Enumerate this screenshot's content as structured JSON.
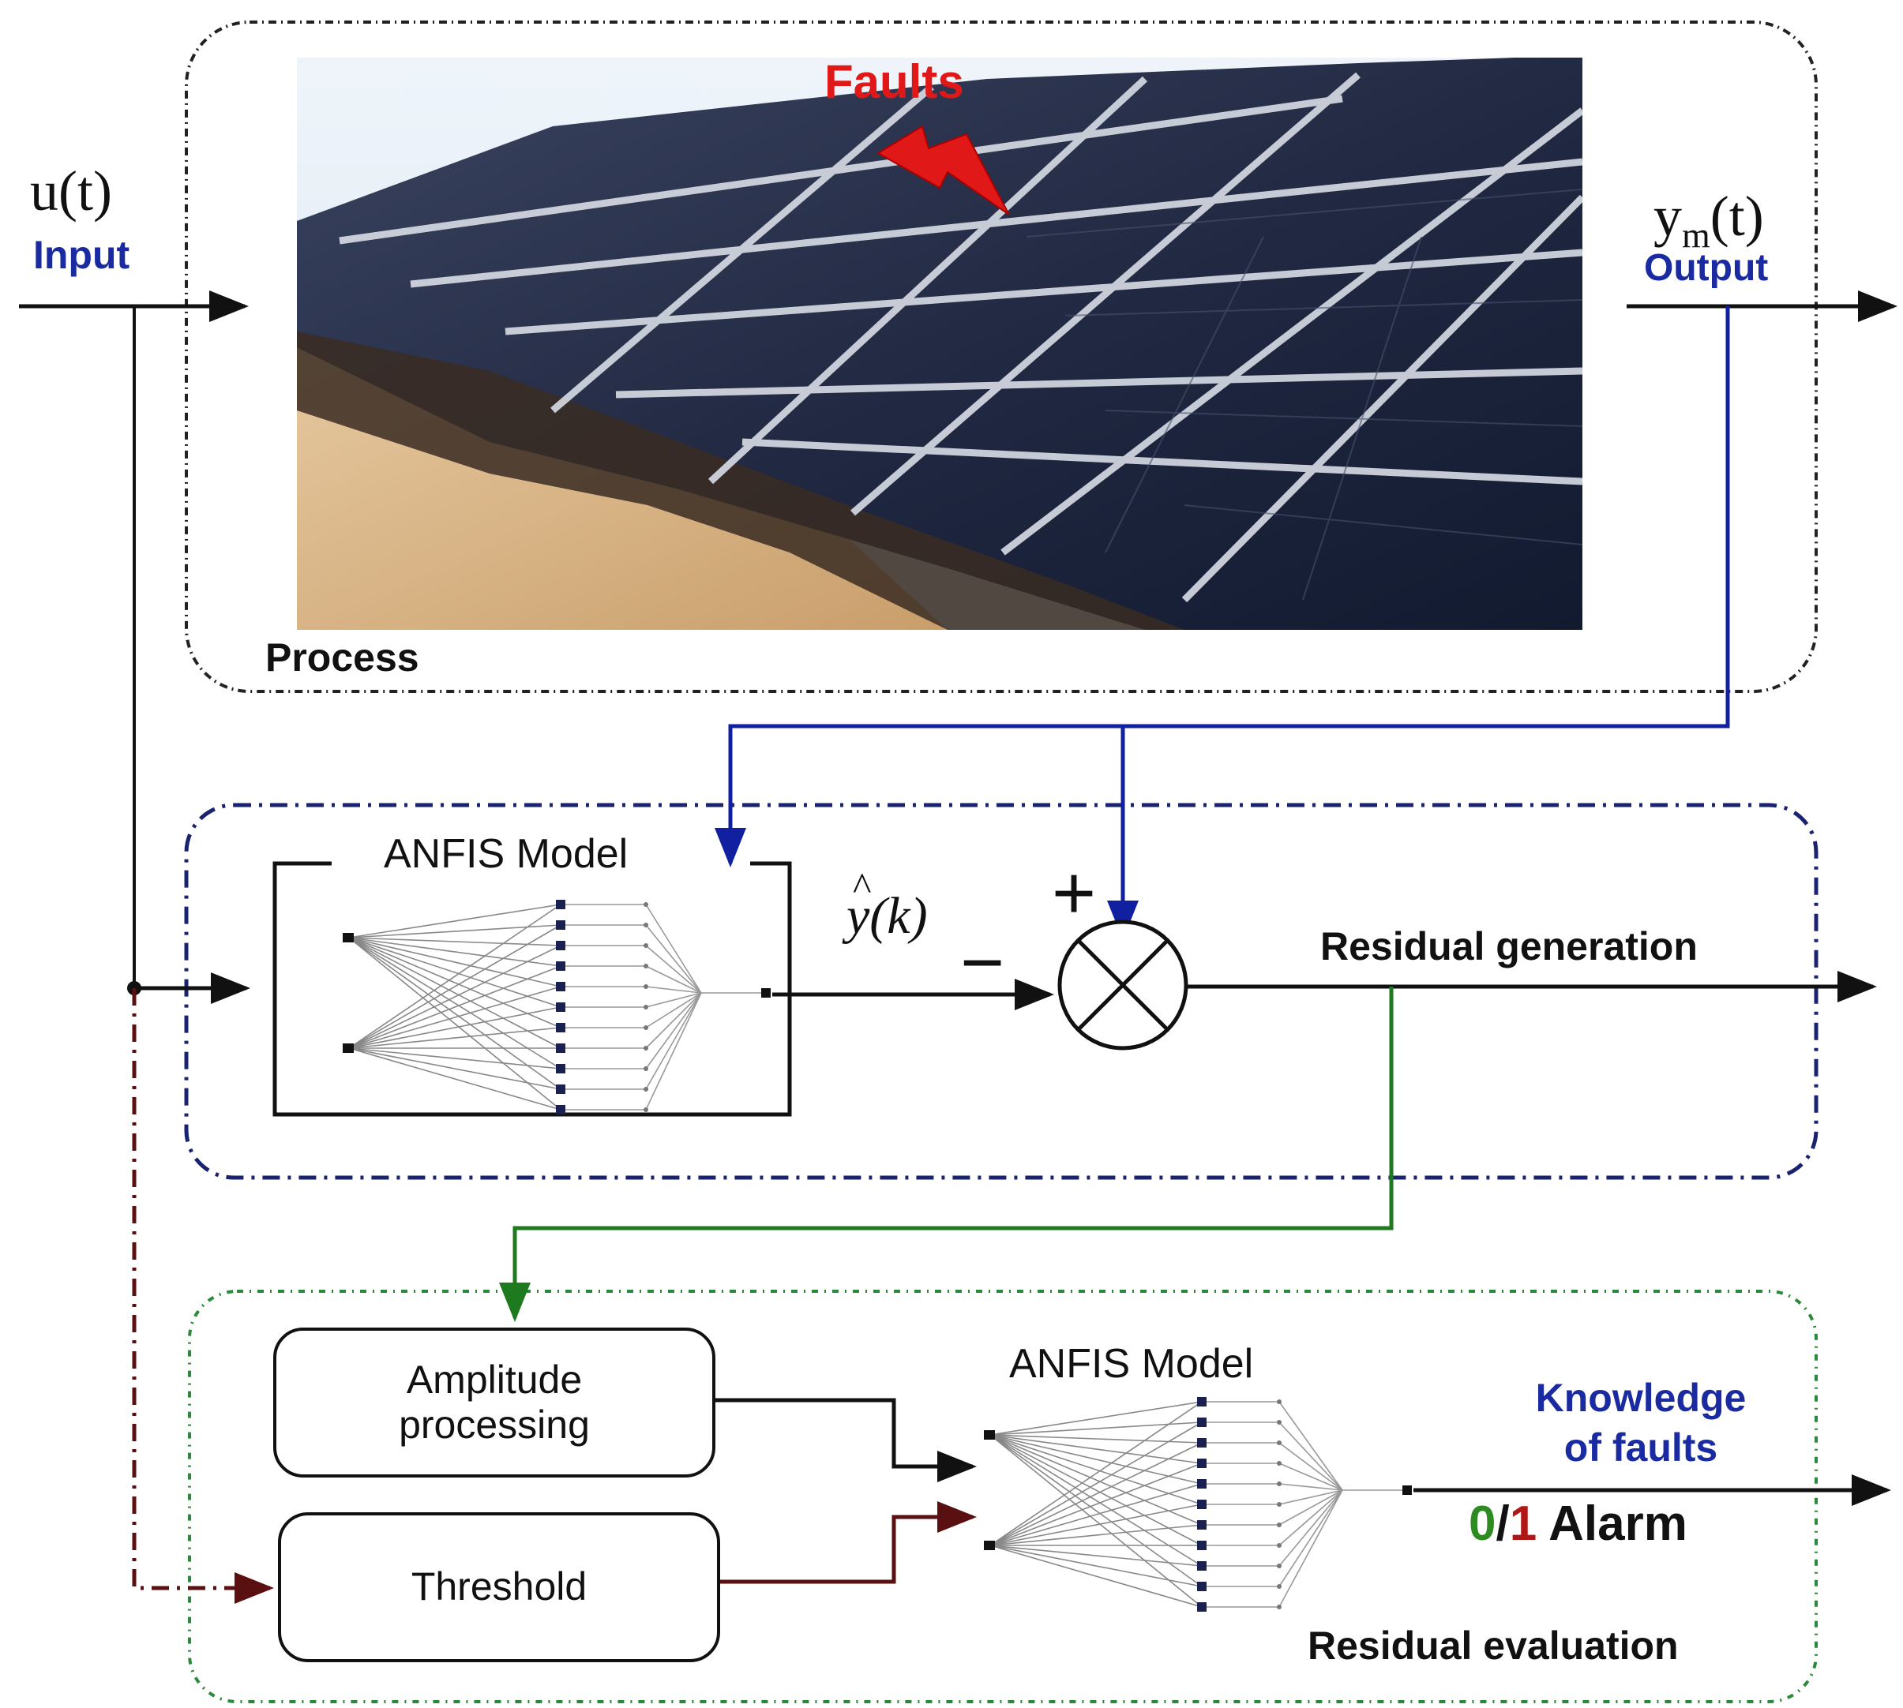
{
  "input": {
    "signal": "u(t)",
    "label": "Input"
  },
  "output": {
    "signal_base": "y",
    "signal_sub": "m",
    "signal_tail": "(t)",
    "label": "Output"
  },
  "process": {
    "label": "Process",
    "faults_label": "Faults"
  },
  "residual_generation": {
    "label": "Residual generation",
    "anfis_label": "ANFIS Model",
    "estimate_base": "y",
    "estimate_hat": "^",
    "estimate_arg": "(k)",
    "plus_sign": "+",
    "minus_sign": "−"
  },
  "residual_evaluation": {
    "label": "Residual evaluation",
    "anfis_label": "ANFIS Model",
    "amplitude_line1": "Amplitude",
    "amplitude_line2": "processing",
    "threshold_label": "Threshold",
    "knowledge_line1": "Knowledge",
    "knowledge_line2": "of faults",
    "alarm_zero": "0",
    "alarm_slash": "/",
    "alarm_one": "1",
    "alarm_word": "Alarm"
  },
  "colors": {
    "blue_signal": "#1020a0",
    "green_signal": "#1e7a1e",
    "maroon_signal": "#5a1010",
    "faults_red": "#e01818",
    "label_blue": "#1a2aa0",
    "alarm_zero": "#2e8b22",
    "alarm_one": "#b01818"
  },
  "icons": {
    "faults": "lightning-bolt-icon",
    "summing_junction": "summing-junction-icon",
    "neural_network": "neural-network-icon"
  }
}
